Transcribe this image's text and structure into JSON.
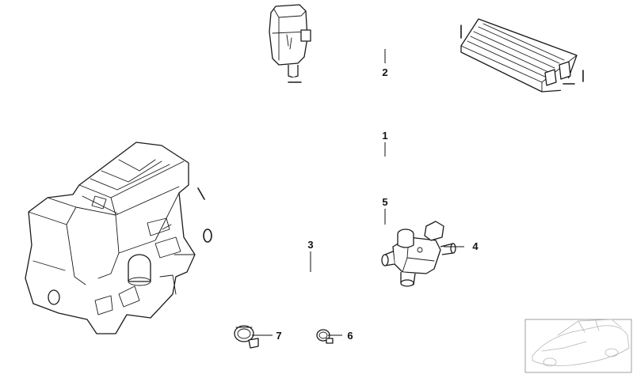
{
  "parts": [
    {
      "id": "hose-1",
      "number": "1"
    },
    {
      "id": "hose-2",
      "number": "2"
    },
    {
      "id": "hose-3",
      "number": "3"
    },
    {
      "id": "water-valve-4",
      "number": "4"
    },
    {
      "id": "hose-5",
      "number": "5"
    },
    {
      "id": "hose-clamp-6",
      "number": "6"
    },
    {
      "id": "hose-clamp-7",
      "number": "7"
    }
  ],
  "colors": {
    "line": "#1a1a1a",
    "background": "#ffffff"
  }
}
